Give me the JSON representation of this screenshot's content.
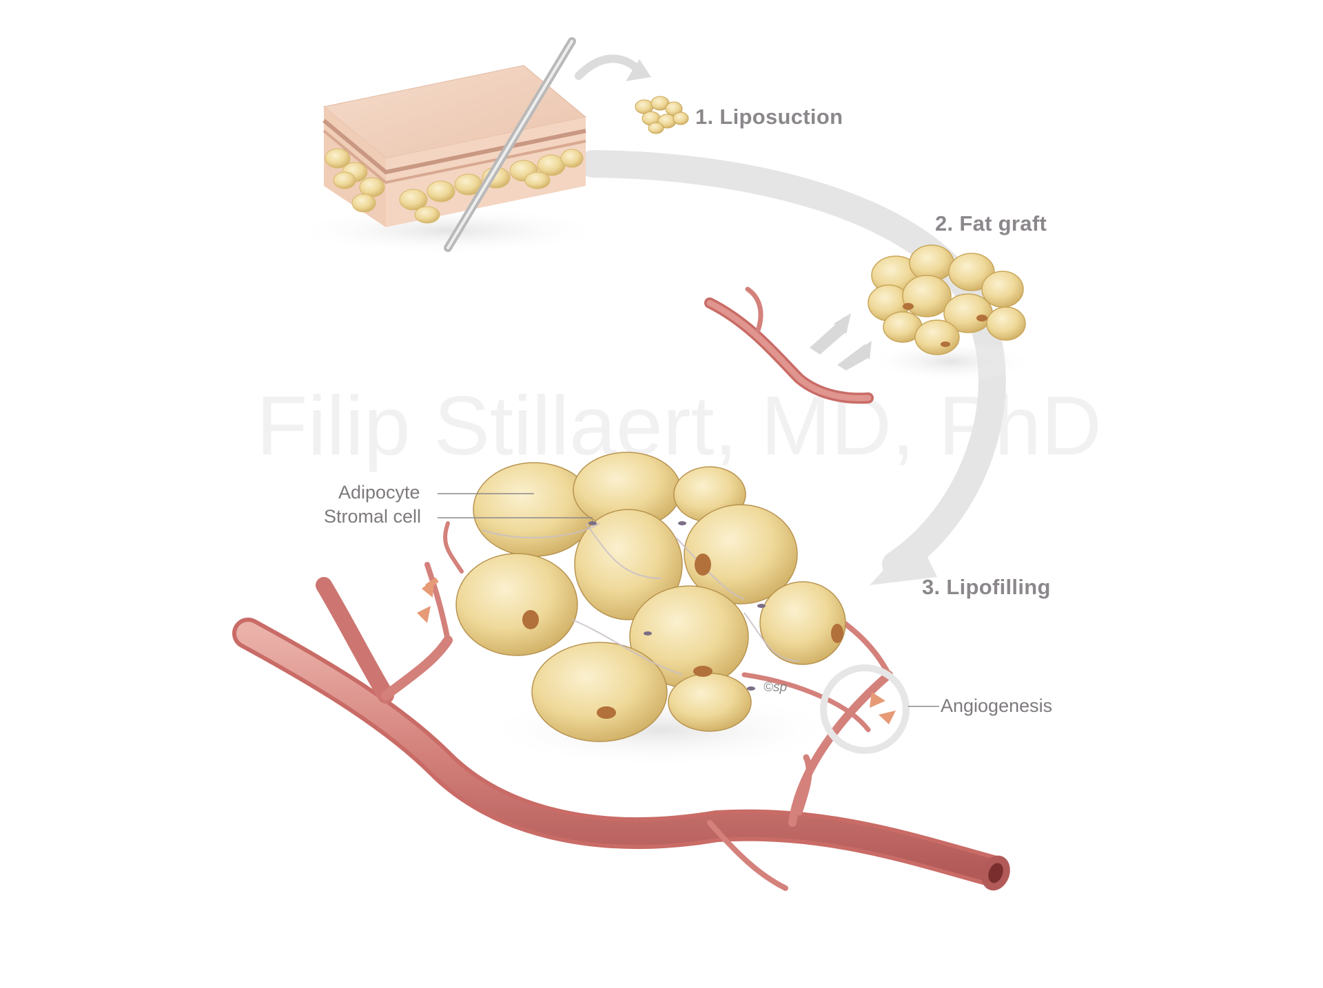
{
  "watermark": "Filip Stillaert, MD, PhD",
  "steps": [
    {
      "label": "1. Liposuction"
    },
    {
      "label": "2. Fat graft"
    },
    {
      "label": "3. Lipofilling"
    }
  ],
  "callouts": {
    "adipocyte": "Adipocyte",
    "stromal_cell": "Stromal cell",
    "angiogenesis": "Angiogenesis"
  },
  "credit": "©sp",
  "colors": {
    "fat": "#f0dc9e",
    "fat_shadow": "#d7b86b",
    "nucleus": "#b2703a",
    "vessel": "#d4817b",
    "vessel_dark": "#b25a58",
    "skin": "#f2d3c0",
    "flow_arrow": "#e3e3e3",
    "label_text": "#8b878b"
  }
}
